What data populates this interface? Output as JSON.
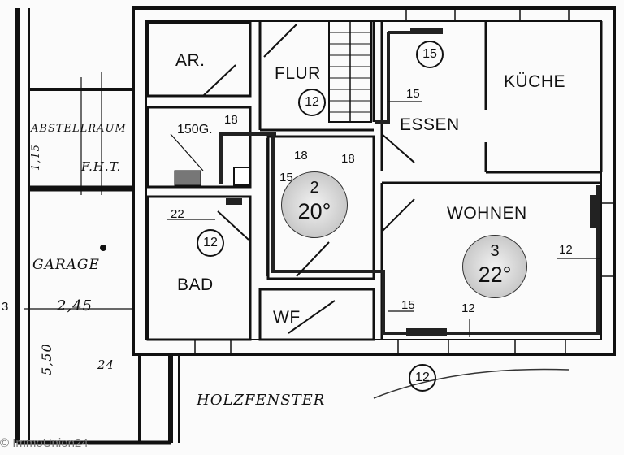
{
  "rooms": {
    "ar": "AR.",
    "flur": "FLUR",
    "kueche": "KÜCHE",
    "essen": "ESSEN",
    "wohnen": "WOHNEN",
    "bad": "BAD",
    "wf": "WF",
    "abstellraum": "ABSTELLRAUM",
    "garage": "GARAGE"
  },
  "labels": {
    "boiler": "150G.",
    "fht": "F.H.T.",
    "holzfenster": "HOLZFENSTER"
  },
  "circuits": {
    "flur": "12",
    "kueche": "15",
    "bad": "12",
    "bottom": "12"
  },
  "zones": {
    "flur_zone": {
      "number": "2",
      "temp": "20°"
    },
    "wohnen_zone": {
      "number": "3",
      "temp": "22°"
    }
  },
  "dimensions": {
    "d18_a": "18",
    "d18_b": "18",
    "d18_c": "18",
    "d15_a": "15",
    "d15_b": "15",
    "d15_c": "15",
    "d22": "22",
    "d12_a": "12",
    "d12_b": "12",
    "garage_width": "2,45",
    "garage_depth": "5,50",
    "abst_height": "1,15",
    "d24": "24",
    "left_edge": "3"
  },
  "watermark": "© ImmoUnion24"
}
